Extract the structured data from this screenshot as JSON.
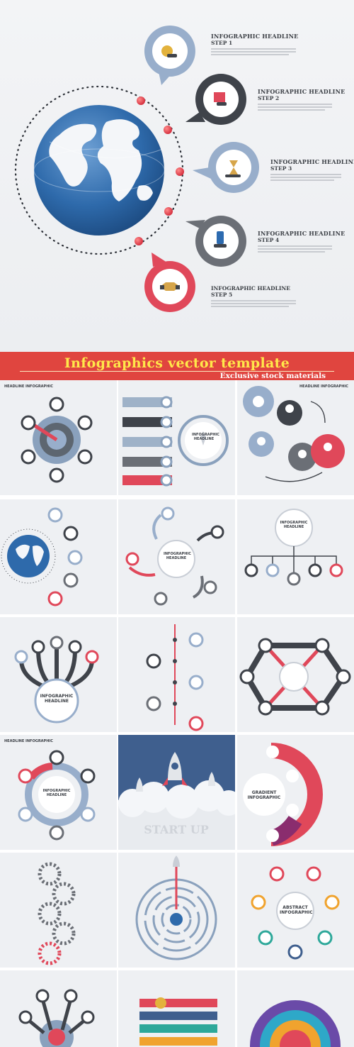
{
  "hero": {
    "steps": [
      {
        "headline": "INFOGRAPHIC HEADLINE",
        "step": "STEP 1"
      },
      {
        "headline": "INFOGRAPHIC HEADLINE",
        "step": "STEP 2"
      },
      {
        "headline": "INFOGRAPHIC HEADLINE",
        "step": "STEP 3"
      },
      {
        "headline": "INFOGRAPHIC HEADLINE",
        "step": "STEP 4"
      },
      {
        "headline": "INFOGRAPHIC HEADLINE",
        "step": "STEP 5"
      }
    ]
  },
  "banner": {
    "title": "Infographics vector template",
    "subtitle": "Exclusive stock materials"
  },
  "tiles": {
    "t1_label": "HEADLINE INFOGRAPHIC",
    "t3_label": "HEADLINE INFOGRAPHIC",
    "t10_label": "HEADLINE INFOGRAPHIC",
    "infographic_headline": "INFOGRAPHIC HEADLINE",
    "startup": "START UP",
    "gradient": "GRADIENT INFOGRAPHIC",
    "abstract": "ABSTRACT INFOGRAPHIC"
  },
  "colors": {
    "banner_red": "#e0453f",
    "banner_yellow": "#ffe84a",
    "accent_red": "#e0485a",
    "accent_dark": "#3f434a",
    "accent_blue": "#98aecb"
  }
}
